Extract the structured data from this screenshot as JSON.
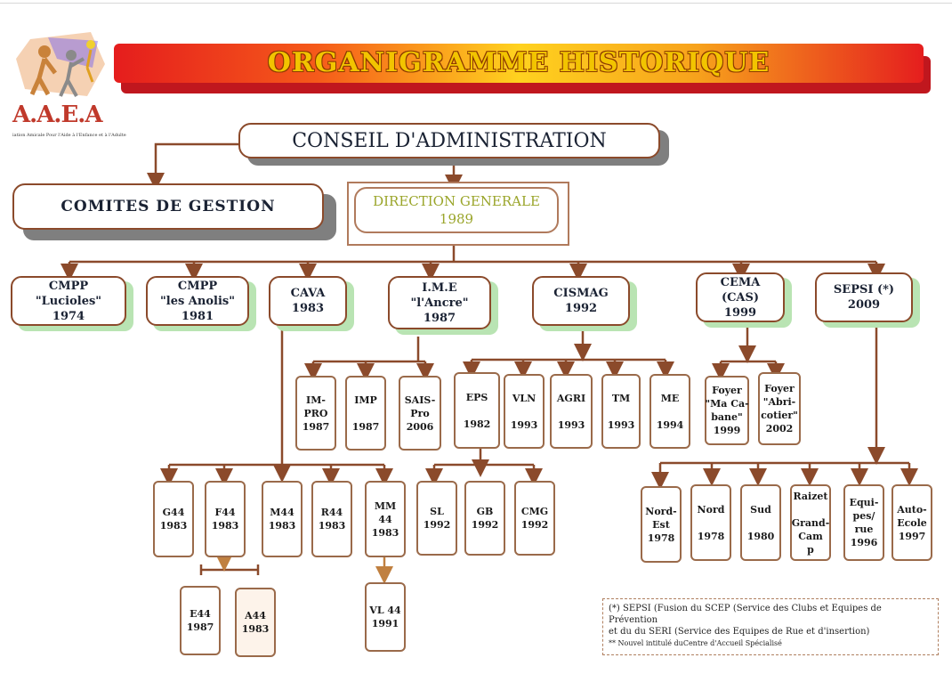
{
  "banner": {
    "title": "ORGANIGRAMME HISTORIQUE"
  },
  "logo": {
    "text": "A.A.E.A",
    "subtitle": "iation Amicale Pour l'Aide à l'Enfance et à l'Adulte"
  },
  "board": {
    "label": "CONSEIL D'ADMINISTRATION"
  },
  "committees": {
    "label": "COMITES DE GESTION"
  },
  "direction": {
    "line1": "DIRECTION GENERALE",
    "line2": "1989"
  },
  "services": [
    {
      "lines": [
        "CMPP",
        "\"Lucioles\"",
        "1974"
      ]
    },
    {
      "lines": [
        "CMPP",
        "\"les Anolis\"",
        "1981"
      ]
    },
    {
      "lines": [
        "CAVA",
        "1983"
      ]
    },
    {
      "lines": [
        "I.M.E",
        "\"l'Ancre\"",
        "1987"
      ]
    },
    {
      "lines": [
        "CISMAG",
        "1992"
      ]
    },
    {
      "lines": [
        "CEMA",
        "(CAS)",
        "1999"
      ]
    },
    {
      "lines": [
        "SEPSI (*)",
        "2009"
      ]
    }
  ],
  "ime_units": [
    {
      "lines": [
        "IM-",
        "PRO",
        "1987"
      ]
    },
    {
      "lines": [
        "IMP",
        "",
        "1987"
      ]
    },
    {
      "lines": [
        "SAIS-",
        "Pro",
        "2006"
      ]
    }
  ],
  "cismag_units": [
    {
      "lines": [
        "EPS",
        "",
        "1982"
      ]
    },
    {
      "lines": [
        "VLN",
        "",
        "1993"
      ]
    },
    {
      "lines": [
        "AGRI",
        "",
        "1993"
      ]
    },
    {
      "lines": [
        "TM",
        "",
        "1993"
      ]
    },
    {
      "lines": [
        "ME",
        "",
        "1994"
      ]
    }
  ],
  "cema_units": [
    {
      "lines": [
        "Foyer",
        "\"Ma Ca-",
        "bane\"",
        "1999"
      ]
    },
    {
      "lines": [
        "Foyer",
        "\"Abri-",
        "cotier\"",
        "2002"
      ]
    }
  ],
  "cava_units": [
    {
      "lines": [
        "G44",
        "1983"
      ]
    },
    {
      "lines": [
        "F44",
        "1983"
      ]
    },
    {
      "lines": [
        "M44",
        "1983"
      ]
    },
    {
      "lines": [
        "R44",
        "1983"
      ]
    },
    {
      "lines": [
        "MM",
        "44",
        "1983"
      ]
    }
  ],
  "eps_units": [
    {
      "lines": [
        "SL",
        "1992"
      ]
    },
    {
      "lines": [
        "GB",
        "1992"
      ]
    },
    {
      "lines": [
        "CMG",
        "1992"
      ]
    }
  ],
  "sepsi_units": [
    {
      "lines": [
        "Nord-",
        "Est",
        "1978"
      ]
    },
    {
      "lines": [
        "Nord",
        "",
        "1978"
      ]
    },
    {
      "lines": [
        "Sud",
        "",
        "1980"
      ]
    },
    {
      "lines": [
        "Raizet",
        "",
        "Grand-",
        "Cam",
        "p"
      ]
    },
    {
      "lines": [
        "Equi-",
        "pes/",
        "rue",
        "1996"
      ]
    },
    {
      "lines": [
        "Auto-",
        "Ecole",
        "1997"
      ]
    }
  ],
  "f44_units": [
    {
      "lines": [
        "E44",
        "1987"
      ]
    },
    {
      "lines": [
        "A44",
        "1983"
      ]
    }
  ],
  "mm44_units": [
    {
      "lines": [
        "VL 44",
        "1991"
      ]
    }
  ],
  "footnote": {
    "line1": "(*) SEPSI (Fusion du SCEP (Service des Clubs et Equipes de Prévention",
    "line2": "et du du SERI (Service des Equipes de Rue et d'insertion)",
    "line3": "** Nouvel intitulé duCentre d'Accueil Spécialisé"
  },
  "colors": {
    "connector": "#8b4a2b",
    "box_border": "#8b4a2b",
    "green_shadow": "#b9e4b3",
    "direction_text": "#9aa52a"
  }
}
